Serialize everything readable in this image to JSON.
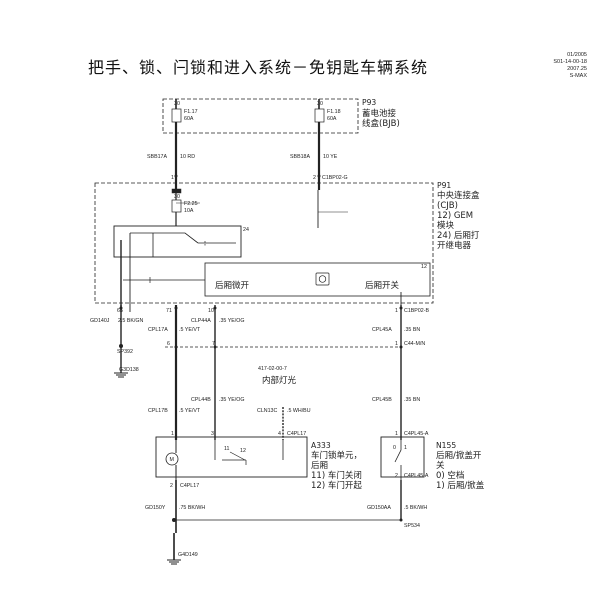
{
  "title": "把手、锁、闩锁和进入系统－免钥匙车辆系统",
  "meta": {
    "date": "01/2005",
    "code": "S01-14-00-18",
    "version": "2007.25",
    "model": "S-MAX"
  },
  "bjb": {
    "id": "P93",
    "name_l1": "蓄电池接",
    "name_l2": "线盒(BJB)",
    "fuse1": {
      "pin": "30",
      "id": "F1.17",
      "rating": "60A"
    },
    "fuse2": {
      "pin": "30",
      "id": "F1.18",
      "rating": "60A"
    }
  },
  "wires_top": {
    "w1": {
      "circuit": "SBB17A",
      "spec": "10 RD"
    },
    "w2": {
      "circuit": "SBB18A",
      "spec": "10 YE"
    }
  },
  "cjb": {
    "id": "P91",
    "name_l1": "中央连接盒",
    "name_l2": "(CJB)",
    "line3": "12)    GEM",
    "line4": "模块",
    "line5": "24) 后厢打",
    "line6": "开继电器",
    "pin1": "1",
    "pin2": "2",
    "connector": "C1BP02-G",
    "fuse_pin": "30",
    "fuse_id": "F2.25",
    "fuse_rating": "10A",
    "relay_ref": "24",
    "gem_ref": "12",
    "switch1_label": "后厢微开",
    "switch2_label": "后厢开关"
  },
  "cjb_outputs": {
    "p1": "65",
    "p2": "71",
    "p3": "10",
    "connector": "C1BP02-B",
    "p4": "1"
  },
  "mid_wires": {
    "a": {
      "circuit": "GD140J",
      "spec": "2.5 BK/GN"
    },
    "b": {
      "circuit": "CPL17A",
      "spec": ".5 YE/VT"
    },
    "c": {
      "circuit": "CLP44A",
      "spec": ".35 YE/OG"
    },
    "d": {
      "circuit": "CPL45A",
      "spec": ".35 BN"
    }
  },
  "splice1": "SP392",
  "ground1": "G3D138",
  "c44": {
    "pin6": "6",
    "pin7": "7",
    "pin1": "1",
    "connector": "C44-M/N"
  },
  "interior": {
    "ref": "417-02-00-7",
    "label": "内部灯光"
  },
  "low_wires": {
    "a": {
      "circuit": "CPL17B",
      "spec": ".5 YE/VT"
    },
    "b": {
      "circuit": "CPL44B",
      "spec": ".35 YE/OG"
    },
    "c": {
      "circuit": "CLN13C",
      "spec": ".5 WH/BU"
    },
    "d": {
      "circuit": "CPL45B",
      "spec": ".35 BN"
    }
  },
  "a333": {
    "id": "A333",
    "l1": "车门锁单元，",
    "l2": "后厢",
    "l3": "11)  车门关闭",
    "l4": "12)  车门开起",
    "pin1": "1",
    "pin3": "3",
    "pin4": "4",
    "connector": "C4PL17",
    "ref11": "11",
    "ref12": "12",
    "pin2": "2",
    "motor": "M"
  },
  "n155": {
    "id": "N155",
    "l1": "后厢/掀盖开",
    "l2": "关",
    "l3": "0)  空档",
    "l4": "1)  后厢/掀盖",
    "pin1": "1",
    "connector": "C4PL45-A",
    "pin2": "2",
    "ref0": "0",
    "ref1": "1"
  },
  "bottom_wires": {
    "a": {
      "circuit": "GD150Y",
      "spec": ".75 BK/WH"
    },
    "b": {
      "circuit": "GD150AA",
      "spec": ".5 BK/WH"
    }
  },
  "splice2": "SP534",
  "ground2": "G4D149"
}
